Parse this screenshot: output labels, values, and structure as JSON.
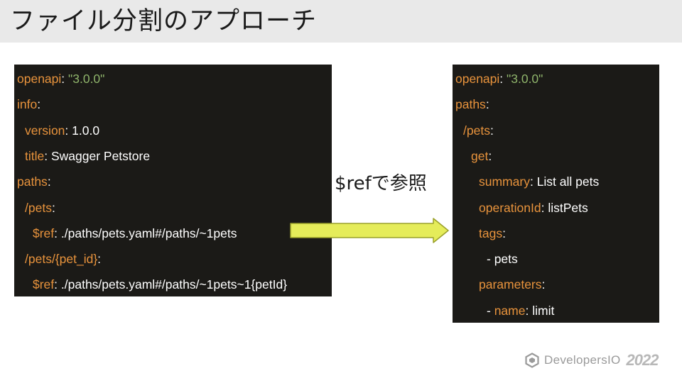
{
  "slide": {
    "title": "ファイル分割のアプローチ",
    "ref_label": "$refで参照"
  },
  "left_code": [
    {
      "indent": 0,
      "key": "openapi",
      "sep": ": ",
      "value": "\"3.0.0\"",
      "value_type": "str"
    },
    {
      "indent": 0,
      "key": "info",
      "sep": ":",
      "value": "",
      "value_type": "val"
    },
    {
      "indent": 1,
      "key": "version",
      "sep": ": ",
      "value": "1.0.0",
      "value_type": "val"
    },
    {
      "indent": 1,
      "key": "title",
      "sep": ": ",
      "value": "Swagger Petstore",
      "value_type": "val"
    },
    {
      "indent": 0,
      "key": "paths",
      "sep": ":",
      "value": "",
      "value_type": "val"
    },
    {
      "indent": 1,
      "key": "/pets",
      "sep": ":",
      "value": "",
      "value_type": "val"
    },
    {
      "indent": 2,
      "key": "$ref",
      "sep": ": ",
      "value": "./paths/pets.yaml#/paths/~1pets",
      "value_type": "val"
    },
    {
      "indent": 1,
      "key": "/pets/{pet_id}",
      "sep": ":",
      "value": "",
      "value_type": "val"
    },
    {
      "indent": 2,
      "key": "$ref",
      "sep": ": ",
      "value": "./paths/pets.yaml#/paths/~1pets~1{petId}",
      "value_type": "val"
    }
  ],
  "right_code": [
    {
      "indent": 0,
      "key": "openapi",
      "sep": ": ",
      "value": "\"3.0.0\"",
      "value_type": "str"
    },
    {
      "indent": 0,
      "key": "paths",
      "sep": ":",
      "value": "",
      "value_type": "val"
    },
    {
      "indent": 1,
      "key": "/pets",
      "sep": ":",
      "value": "",
      "value_type": "val"
    },
    {
      "indent": 2,
      "key": "get",
      "sep": ":",
      "value": "",
      "value_type": "val"
    },
    {
      "indent": 3,
      "key": "summary",
      "sep": ": ",
      "value": "List all pets",
      "value_type": "val"
    },
    {
      "indent": 3,
      "key": "operationId",
      "sep": ": ",
      "value": "listPets",
      "value_type": "val"
    },
    {
      "indent": 3,
      "key": "tags",
      "sep": ":",
      "value": "",
      "value_type": "val"
    },
    {
      "indent": 4,
      "key": "- pets",
      "sep": "",
      "value": "",
      "value_type": "val",
      "plain": true
    },
    {
      "indent": 3,
      "key": "parameters",
      "sep": ":",
      "value": "",
      "value_type": "val"
    },
    {
      "indent": 4,
      "key": "- ",
      "sep": "",
      "value": "",
      "value_type": "val",
      "plain": true,
      "inline_key": "name",
      "inline_value": "limit"
    }
  ],
  "footer": {
    "logo_text": "DevelopersIO",
    "logo_year": "2022",
    "logo_icon": "hexagon-logo-icon"
  },
  "colors": {
    "title_bar_bg": "#e9e9e9",
    "code_bg": "#1b1a17",
    "code_key": "#e8933c",
    "code_string": "#8fb46b",
    "code_value": "#ffffff",
    "arrow_fill": "#e5ec5a",
    "arrow_stroke": "#9aa02b",
    "logo_gray": "#9a9a9a"
  }
}
